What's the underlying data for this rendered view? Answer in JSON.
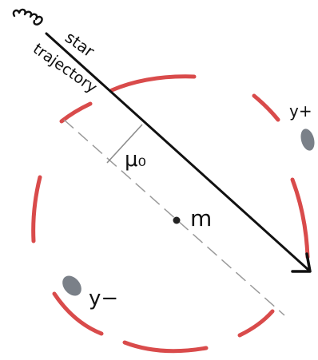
{
  "labels": {
    "star": "star",
    "trajectory": "trajectory",
    "mu0": "μ₀",
    "mass": "m",
    "image_plus": "y+",
    "image_minus": "y−"
  },
  "colors": {
    "ring": "#d94b4b",
    "ink": "#111111",
    "dash": "#9a9a9a",
    "image_blob": "#7a8088",
    "lens_point": "#222222"
  },
  "icons": {
    "star_source": "wavy-star-icon",
    "arrow_head": "arrow-head-icon",
    "lens_point": "lens-point-icon"
  }
}
